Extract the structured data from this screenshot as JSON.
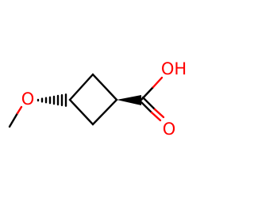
{
  "molecule": {
    "atoms": {
      "methoxy_oxygen": "O",
      "hydroxyl": "OH",
      "carbonyl_oxygen": "O"
    },
    "colors": {
      "bond": "#000000",
      "heteroatom": "#ff0000",
      "background": "#ffffff"
    }
  }
}
